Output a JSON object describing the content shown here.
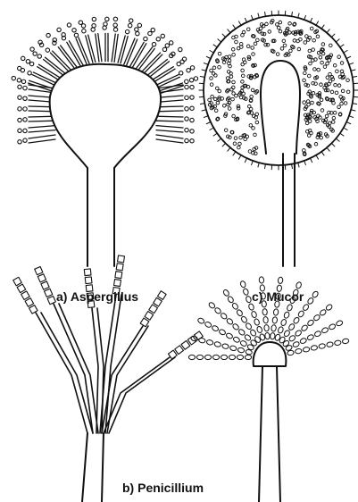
{
  "figure": {
    "captions": {
      "aspergillus": "a) Aspergillus",
      "mucor": "c) Mucor",
      "penicillium": "b) Penicillium"
    },
    "colors": {
      "ink": "#111111",
      "paper": "#ffffff"
    }
  }
}
